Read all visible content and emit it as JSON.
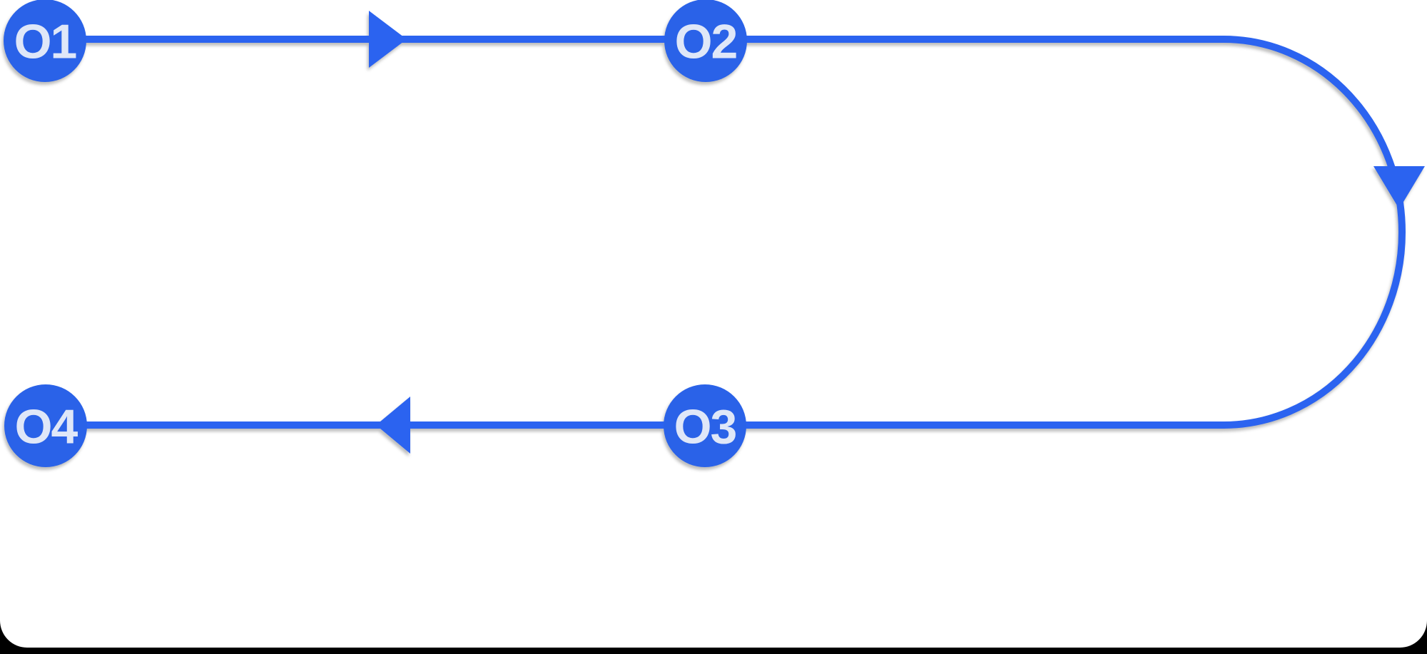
{
  "diagram": {
    "type": "flow",
    "description_visible_elements": "four circular numbered nodes linked by one continuous connector line with three arrowheads",
    "nodes": [
      {
        "label": "O1"
      },
      {
        "label": "O2"
      },
      {
        "label": "O3"
      },
      {
        "label": "O4"
      }
    ],
    "arrows": [
      {
        "icon": "arrow-right"
      },
      {
        "icon": "arrow-down"
      },
      {
        "icon": "arrow-left"
      }
    ],
    "colors": {
      "line": "#2B63F0",
      "node": "#2A62E8",
      "label": "#DFE7F8",
      "canvas": "#FFFFFF",
      "frame": "#000000"
    }
  }
}
